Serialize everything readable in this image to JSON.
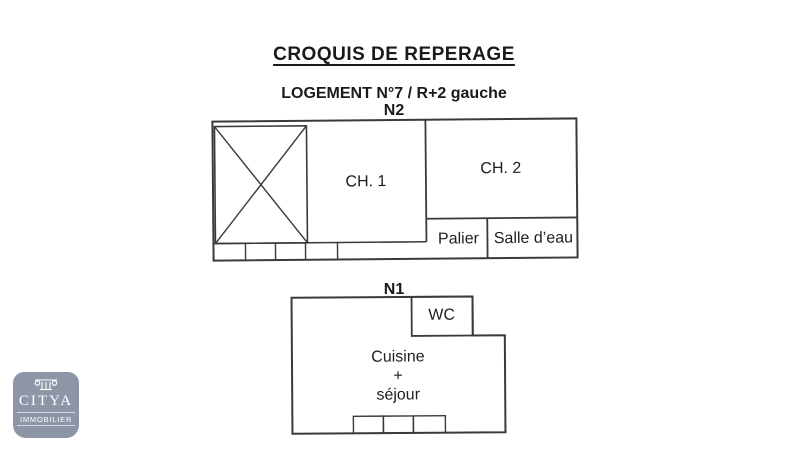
{
  "document": {
    "title": "CROQUIS DE REPERAGE",
    "subtitle": "LOGEMENT N°7 / R+2 gauche"
  },
  "plan_n2": {
    "label": "N2",
    "room_ch1": "CH. 1",
    "room_ch2": "CH. 2",
    "room_palier": "Palier",
    "room_salle_deau": "Salle d’eau"
  },
  "plan_n1": {
    "label": "N1",
    "room_wc": "WC",
    "room_cuisine_sejour": "Cuisine\n+\nséjour"
  },
  "logo": {
    "brand": "CITYA",
    "tagline": "IMMOBILIER",
    "icon": "column-capital-icon",
    "badge_color": "#8d96a6",
    "text_color": "#ffffff"
  },
  "colors": {
    "background": "#ffffff",
    "line": "#3a3a3a",
    "text": "#1a1a1a"
  }
}
